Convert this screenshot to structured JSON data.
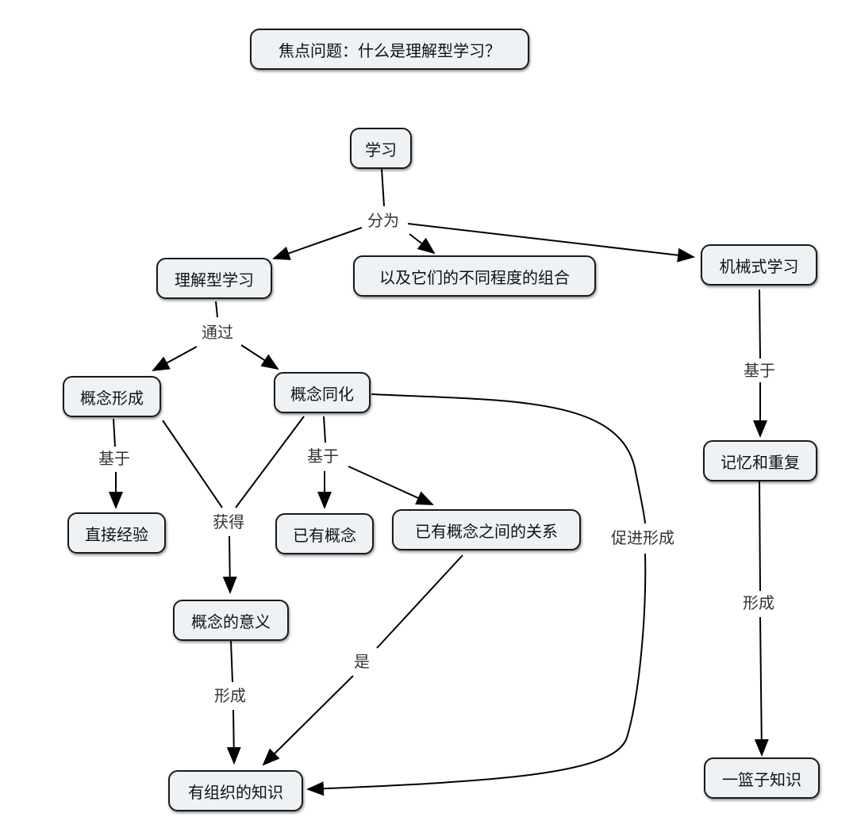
{
  "focus_question": "焦点问题：什么是理解型学习？",
  "nodes": {
    "learning": "学习",
    "understanding_learning": "理解型学习",
    "combination": "以及它们的不同程度的组合",
    "rote_learning": "机械式学习",
    "concept_formation": "概念形成",
    "concept_assimilation": "概念同化",
    "direct_experience": "直接经验",
    "existing_concepts": "已有概念",
    "relations_between_concepts": "已有概念之间的关系",
    "concept_meaning": "概念的意义",
    "organized_knowledge": "有组织的知识",
    "memory_repetition": "记忆和重复",
    "basket_knowledge": "一篮子知识"
  },
  "link_labels": {
    "divided_into": "分为",
    "through": "通过",
    "based_on_left": "基于",
    "based_on_mid": "基于",
    "based_on_right": "基于",
    "obtain": "获得",
    "form_left": "形成",
    "form_right": "形成",
    "is": "是",
    "promote_form": "促进形成"
  }
}
